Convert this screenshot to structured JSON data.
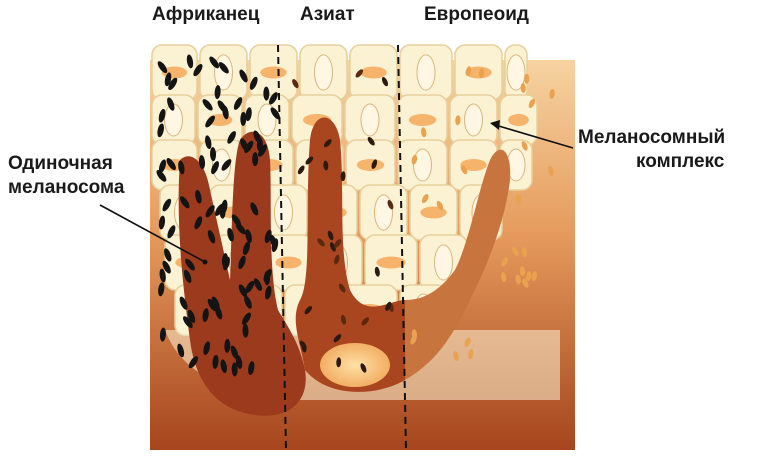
{
  "columns": [
    {
      "label": "Африканец"
    },
    {
      "label": "Азиат"
    },
    {
      "label": "Европеоид"
    }
  ],
  "annotations": {
    "single": {
      "line1": "Одиночная",
      "line2": "меланосома"
    },
    "complex": {
      "line1": "Меланосомный",
      "line2": "комплекс"
    }
  },
  "colors": {
    "background": "#ffffff",
    "cell_fill": "#fbf2d3",
    "cell_border": "#e7cf9a",
    "skin_gradient_top": "#f4c48e",
    "skin_gradient_bottom": "#a6451e",
    "melanocyte_african": "#9b3a1c",
    "melanocyte_asian": "#a9451f",
    "melanocyte_european": "#c8743e",
    "granule_dark": "#141414",
    "granule_light": "#e9a24f",
    "nucleus": "#f6b36b"
  }
}
